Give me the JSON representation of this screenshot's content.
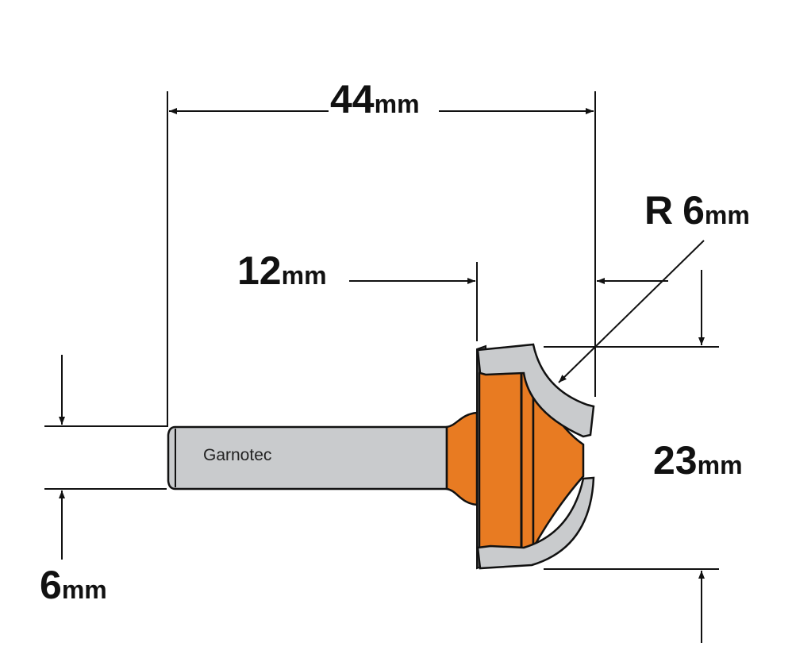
{
  "dimensions": {
    "overall_length": {
      "value": "44",
      "unit": "mm"
    },
    "cutting_radius": {
      "prefix": "R",
      "value": "6",
      "unit": "mm"
    },
    "shank_offset": {
      "value": "12",
      "unit": "mm"
    },
    "cutting_height": {
      "value": "23",
      "unit": "mm"
    },
    "shank_diameter": {
      "value": "6",
      "unit": "mm"
    }
  },
  "shank": {
    "brand_label": "Garnotec"
  },
  "colors": {
    "body": "#e87b22",
    "body_dark": "#a84a00",
    "blade": "#c9cbcd",
    "shank": "#c9cbcd",
    "line": "#111111"
  }
}
